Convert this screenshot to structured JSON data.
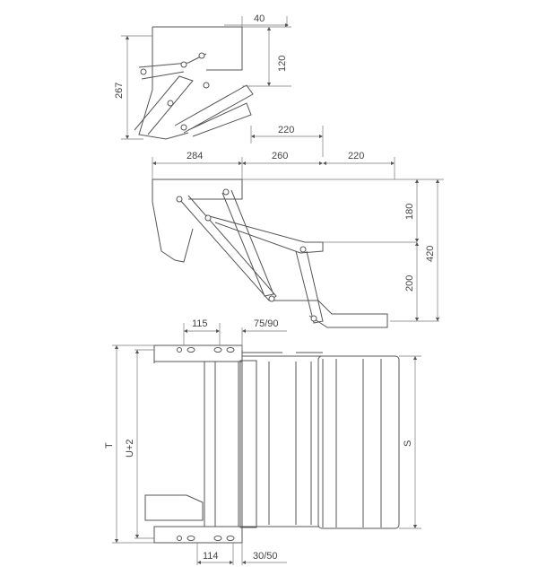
{
  "dimensions": {
    "folded_offset": "40",
    "folded_height": "120",
    "folded_total_height": "267",
    "folded_depth": "220",
    "mount_depth": "284",
    "step1_reach": "260",
    "step2_reach": "220",
    "step1_drop": "180",
    "step2_drop": "200",
    "total_drop": "420",
    "hole_spacing_top": "115",
    "top_offset": "75/90",
    "hole_spacing_bottom": "114",
    "bottom_offset": "30/50",
    "overall_width": "T",
    "mount_width": "U+2",
    "step_width": "S"
  },
  "colors": {
    "line": "#555555",
    "background": "#ffffff"
  }
}
